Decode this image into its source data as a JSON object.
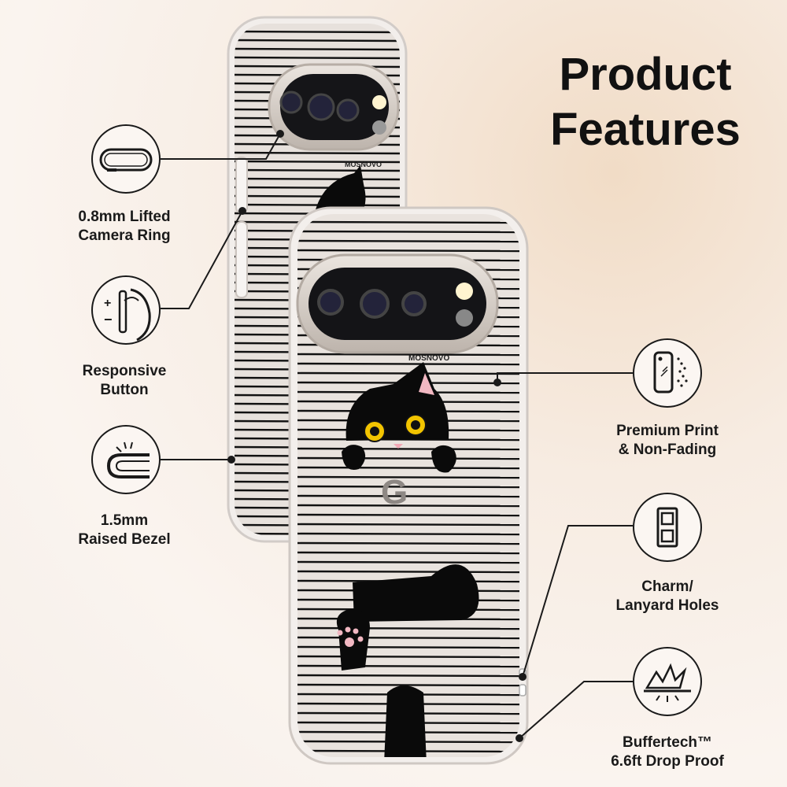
{
  "title": {
    "line1": "Product",
    "line2": "Features"
  },
  "brand": "MOSNOVO",
  "logo_letter": "G",
  "features_left": [
    {
      "label_line1": "0.8mm Lifted",
      "label_line2": "Camera Ring",
      "icon": "camera-ring-icon"
    },
    {
      "label_line1": "Responsive",
      "label_line2": "Button",
      "icon": "button-icon"
    },
    {
      "label_line1": "1.5mm",
      "label_line2": "Raised Bezel",
      "icon": "bezel-icon"
    }
  ],
  "features_right": [
    {
      "label_line1": "Premium Print",
      "label_line2": "& Non-Fading",
      "icon": "print-icon"
    },
    {
      "label_line1": "Charm/",
      "label_line2": "Lanyard Holes",
      "icon": "lanyard-hole-icon"
    },
    {
      "label_line1": "Buffertech™",
      "label_line2": "6.6ft Drop Proof",
      "icon": "shock-icon"
    }
  ],
  "colors": {
    "text": "#111111",
    "line": "#1a1a1a",
    "case_frame": "#d8d4d2",
    "camera_bar": "#cfc7c0",
    "cat": "#0a0a0a",
    "cat_eye": "#f2c400"
  }
}
